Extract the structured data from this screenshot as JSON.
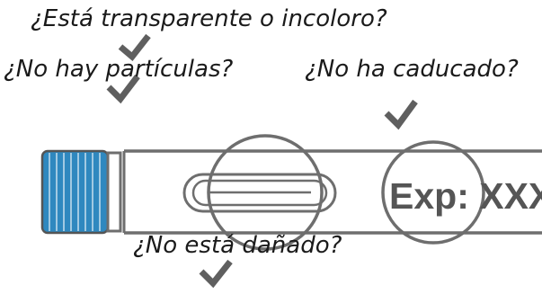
{
  "checks": {
    "clear_colorless": "¿Está transparente o incoloro?",
    "no_particles": "¿No hay partículas?",
    "not_expired": "¿No ha caducado?",
    "not_damaged": "¿No está dañado?"
  },
  "device": {
    "expiry_label": "Exp: XXXXX"
  },
  "colors": {
    "cap_blue": "#2f88bf",
    "line_gray": "#6e6e6e",
    "check_gray": "#5f5f5f",
    "text": "#1a1a1a"
  },
  "icons": [
    "check-icon",
    "magnifier-circle-icon"
  ]
}
